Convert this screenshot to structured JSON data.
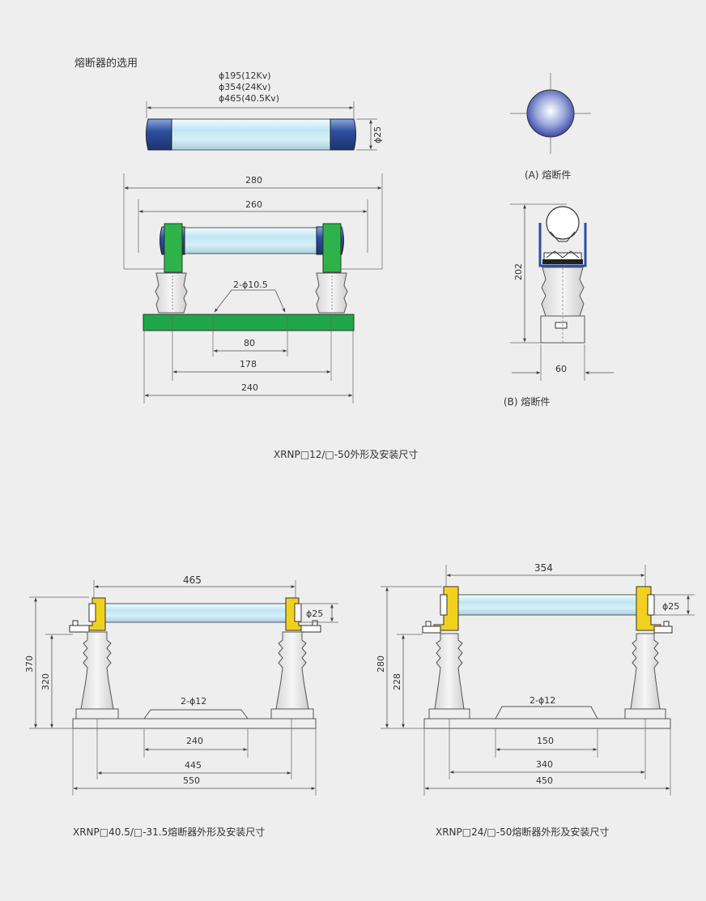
{
  "page": {
    "heading": "熔断器的选用"
  },
  "fuse_top": {
    "len_12kv": "ϕ195(12Kv)",
    "len_24kv": "ϕ354(24Kv)",
    "len_40kv": "ϕ465(40.5Kv)",
    "diameter": "ϕ25"
  },
  "drawing_12kv": {
    "dim_280": "280",
    "dim_260": "260",
    "holes": "2-ϕ10.5",
    "dim_80": "80",
    "dim_178": "178",
    "dim_240": "240",
    "caption": "XRNP□12/□-50外形及安装尺寸"
  },
  "side_a": {
    "caption": "(A) 熔断件"
  },
  "side_b": {
    "height": "202",
    "width": "60",
    "caption": "(B) 熔断件"
  },
  "drawing_40kv": {
    "dim_465": "465",
    "dia": "ϕ25",
    "dim_370": "370",
    "dim_320": "320",
    "holes": "2-ϕ12",
    "dim_240": "240",
    "dim_445": "445",
    "dim_550": "550",
    "caption": "XRNP□40.5/□-31.5熔断器外形及安装尺寸"
  },
  "drawing_24kv": {
    "dim_354": "354",
    "dia": "ϕ25",
    "dim_280": "280",
    "dim_228": "228",
    "holes": "2-ϕ12",
    "dim_150": "150",
    "dim_340": "340",
    "dim_450": "450",
    "caption": "XRNP□24/□-50熔断器外形及安装尺寸"
  },
  "colors": {
    "background": "#eeeeef",
    "base_green": "#1fa64a",
    "clamp_green": "#2db34a",
    "clamp_yellow": "#f0d21e",
    "tube_light": "#dff3fa",
    "cap_blue": "#2e4e9e",
    "insulator_grey": "#e4e4e4"
  }
}
